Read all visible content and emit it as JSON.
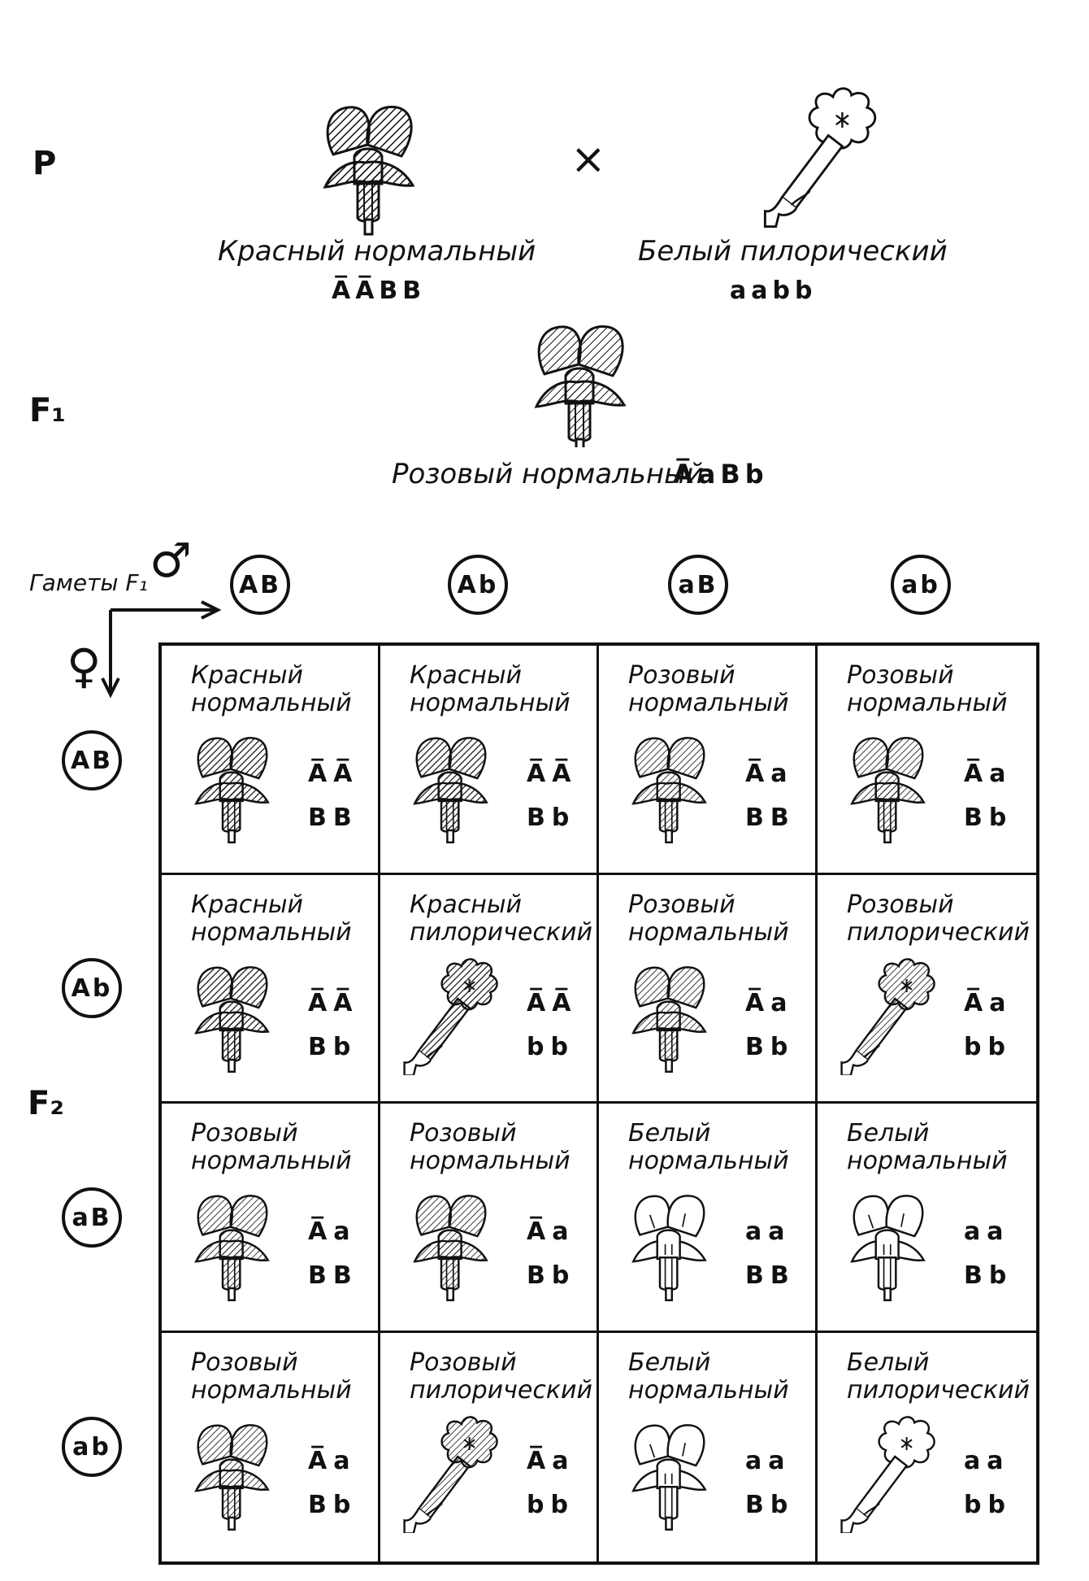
{
  "parents": {
    "row_label": "P",
    "cross_symbol": "×",
    "left": {
      "phenotype": "Красный нормальный",
      "genotype": "A̅A̅BB",
      "flower": "red-normal"
    },
    "right": {
      "phenotype": "Белый пилорический",
      "genotype": "aabb",
      "flower": "white-peloric"
    }
  },
  "f1": {
    "row_label": "F₁",
    "phenotype": "Розовый нормальный",
    "genotype": "A̅aBb",
    "flower": "pink-normal"
  },
  "gametes": {
    "label": "Гаметы F₁",
    "male_symbol": "♂",
    "female_symbol": "♀",
    "male": [
      "AB",
      "Ab",
      "aB",
      "ab"
    ],
    "female": [
      "AB",
      "Ab",
      "aB",
      "ab"
    ]
  },
  "f2": {
    "row_label": "F₂",
    "cells": [
      [
        {
          "phenotype": [
            "Красный",
            "нормальный"
          ],
          "genotype": [
            "A̅A̅",
            "BB"
          ],
          "flower": "red-normal"
        },
        {
          "phenotype": [
            "Красный",
            "нормальный"
          ],
          "genotype": [
            "A̅A̅",
            "Bb"
          ],
          "flower": "red-normal"
        },
        {
          "phenotype": [
            "Розовый",
            "нормальный"
          ],
          "genotype": [
            "A̅a",
            "BB"
          ],
          "flower": "pink-normal"
        },
        {
          "phenotype": [
            "Розовый",
            "нормальный"
          ],
          "genotype": [
            "A̅a",
            "Bb"
          ],
          "flower": "pink-normal"
        }
      ],
      [
        {
          "phenotype": [
            "Красный",
            "нормальный"
          ],
          "genotype": [
            "A̅A̅",
            "Bb"
          ],
          "flower": "red-normal"
        },
        {
          "phenotype": [
            "Красный",
            "пилорический"
          ],
          "genotype": [
            "A̅A̅",
            "bb"
          ],
          "flower": "red-peloric"
        },
        {
          "phenotype": [
            "Розовый",
            "нормальный"
          ],
          "genotype": [
            "A̅a",
            "Bb"
          ],
          "flower": "pink-normal"
        },
        {
          "phenotype": [
            "Розовый",
            "пилорический"
          ],
          "genotype": [
            "A̅a",
            "bb"
          ],
          "flower": "pink-peloric"
        }
      ],
      [
        {
          "phenotype": [
            "Розовый",
            "нормальный"
          ],
          "genotype": [
            "A̅a",
            "BB"
          ],
          "flower": "pink-normal"
        },
        {
          "phenotype": [
            "Розовый",
            "нормальный"
          ],
          "genotype": [
            "A̅a",
            "Bb"
          ],
          "flower": "pink-normal"
        },
        {
          "phenotype": [
            "Белый",
            "нормальный"
          ],
          "genotype": [
            "aa",
            "BB"
          ],
          "flower": "white-normal"
        },
        {
          "phenotype": [
            "Белый",
            "нормальный"
          ],
          "genotype": [
            "aa",
            "Bb"
          ],
          "flower": "white-normal"
        }
      ],
      [
        {
          "phenotype": [
            "Розовый",
            "нормальный"
          ],
          "genotype": [
            "A̅a",
            "Bb"
          ],
          "flower": "pink-normal"
        },
        {
          "phenotype": [
            "Розовый",
            "пилорический"
          ],
          "genotype": [
            "A̅a",
            "bb"
          ],
          "flower": "pink-peloric"
        },
        {
          "phenotype": [
            "Белый",
            "нормальный"
          ],
          "genotype": [
            "aa",
            "Bb"
          ],
          "flower": "white-normal"
        },
        {
          "phenotype": [
            "Белый",
            "пилорический"
          ],
          "genotype": [
            "aa",
            "bb"
          ],
          "flower": "white-peloric"
        }
      ]
    ]
  }
}
